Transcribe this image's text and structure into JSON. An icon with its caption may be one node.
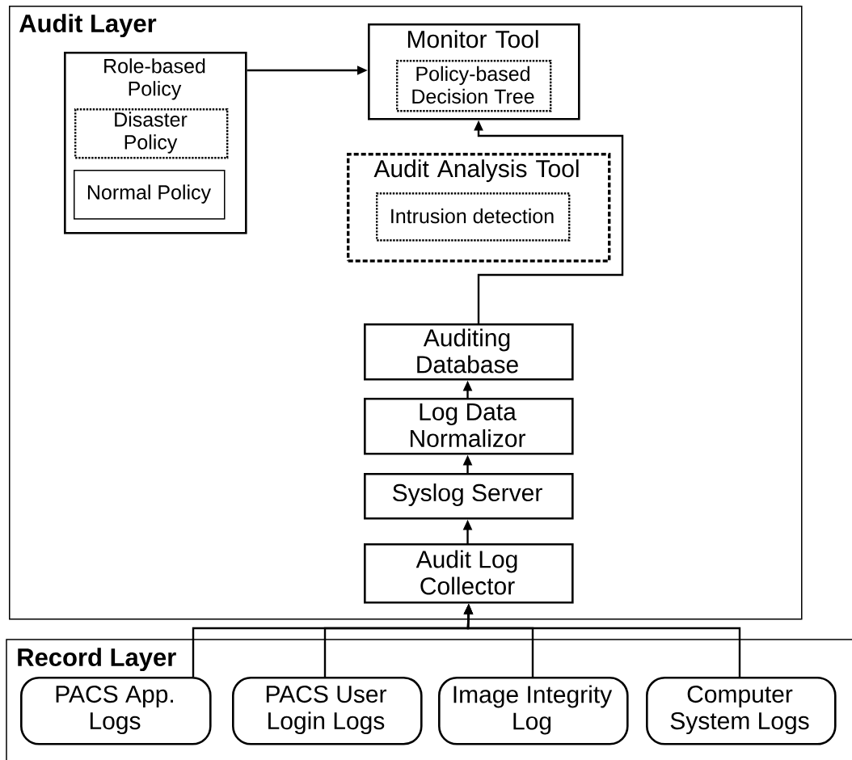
{
  "diagram": {
    "nodes": [
      {
        "text": [
          "Audit Layer"
        ]
      },
      {
        "text": [
          "Role-based Policy"
        ],
        "in": 0
      },
      {
        "text": [
          "Disaster Policy"
        ],
        "in": 1
      },
      {
        "text": [
          "Normal Policy"
        ],
        "in": 1
      },
      {
        "text": [
          "Monitor Tool"
        ],
        "in": 0
      },
      {
        "text": [
          "Policy-based Decision Tree"
        ],
        "in": 4
      },
      {
        "text": [
          "Audit Analysis Tool"
        ],
        "in": 0
      },
      {
        "text": [
          "Intrusion detection"
        ],
        "in": 6
      },
      {
        "text": [
          "Auditing Database"
        ],
        "in": 0
      },
      {
        "text": [
          "Log Data Normalizor"
        ],
        "in": 0
      },
      {
        "text": [
          "Syslog Server"
        ],
        "in": 0
      },
      {
        "text": [
          "Audit Log Collector"
        ],
        "in": 0
      },
      {
        "text": [
          "Record Layer"
        ]
      },
      {
        "text": [
          "PACS App. Logs"
        ],
        "in": 12
      },
      {
        "text": [
          "PACS User Login Logs"
        ],
        "in": 12
      },
      {
        "text": [
          "Image Integrity Log"
        ],
        "in": 12
      },
      {
        "text": [
          "Computer System Logs"
        ],
        "in": 12
      }
    ],
    "edges": [
      {
        "from": 1,
        "to": 4,
        "arrow": "to"
      },
      {
        "from": 8,
        "to": 4,
        "arrow": "to"
      },
      {
        "from": 9,
        "to": 8,
        "arrow": "to"
      },
      {
        "from": 10,
        "to": 9,
        "arrow": "to"
      },
      {
        "from": 11,
        "to": 10,
        "arrow": "to"
      },
      {
        "from": 13,
        "to": 11,
        "arrow": "to"
      },
      {
        "from": 14,
        "to": 11,
        "arrow": "to"
      },
      {
        "from": 15,
        "to": 11,
        "arrow": "to"
      },
      {
        "from": 16,
        "to": 11,
        "arrow": "to"
      }
    ]
  }
}
